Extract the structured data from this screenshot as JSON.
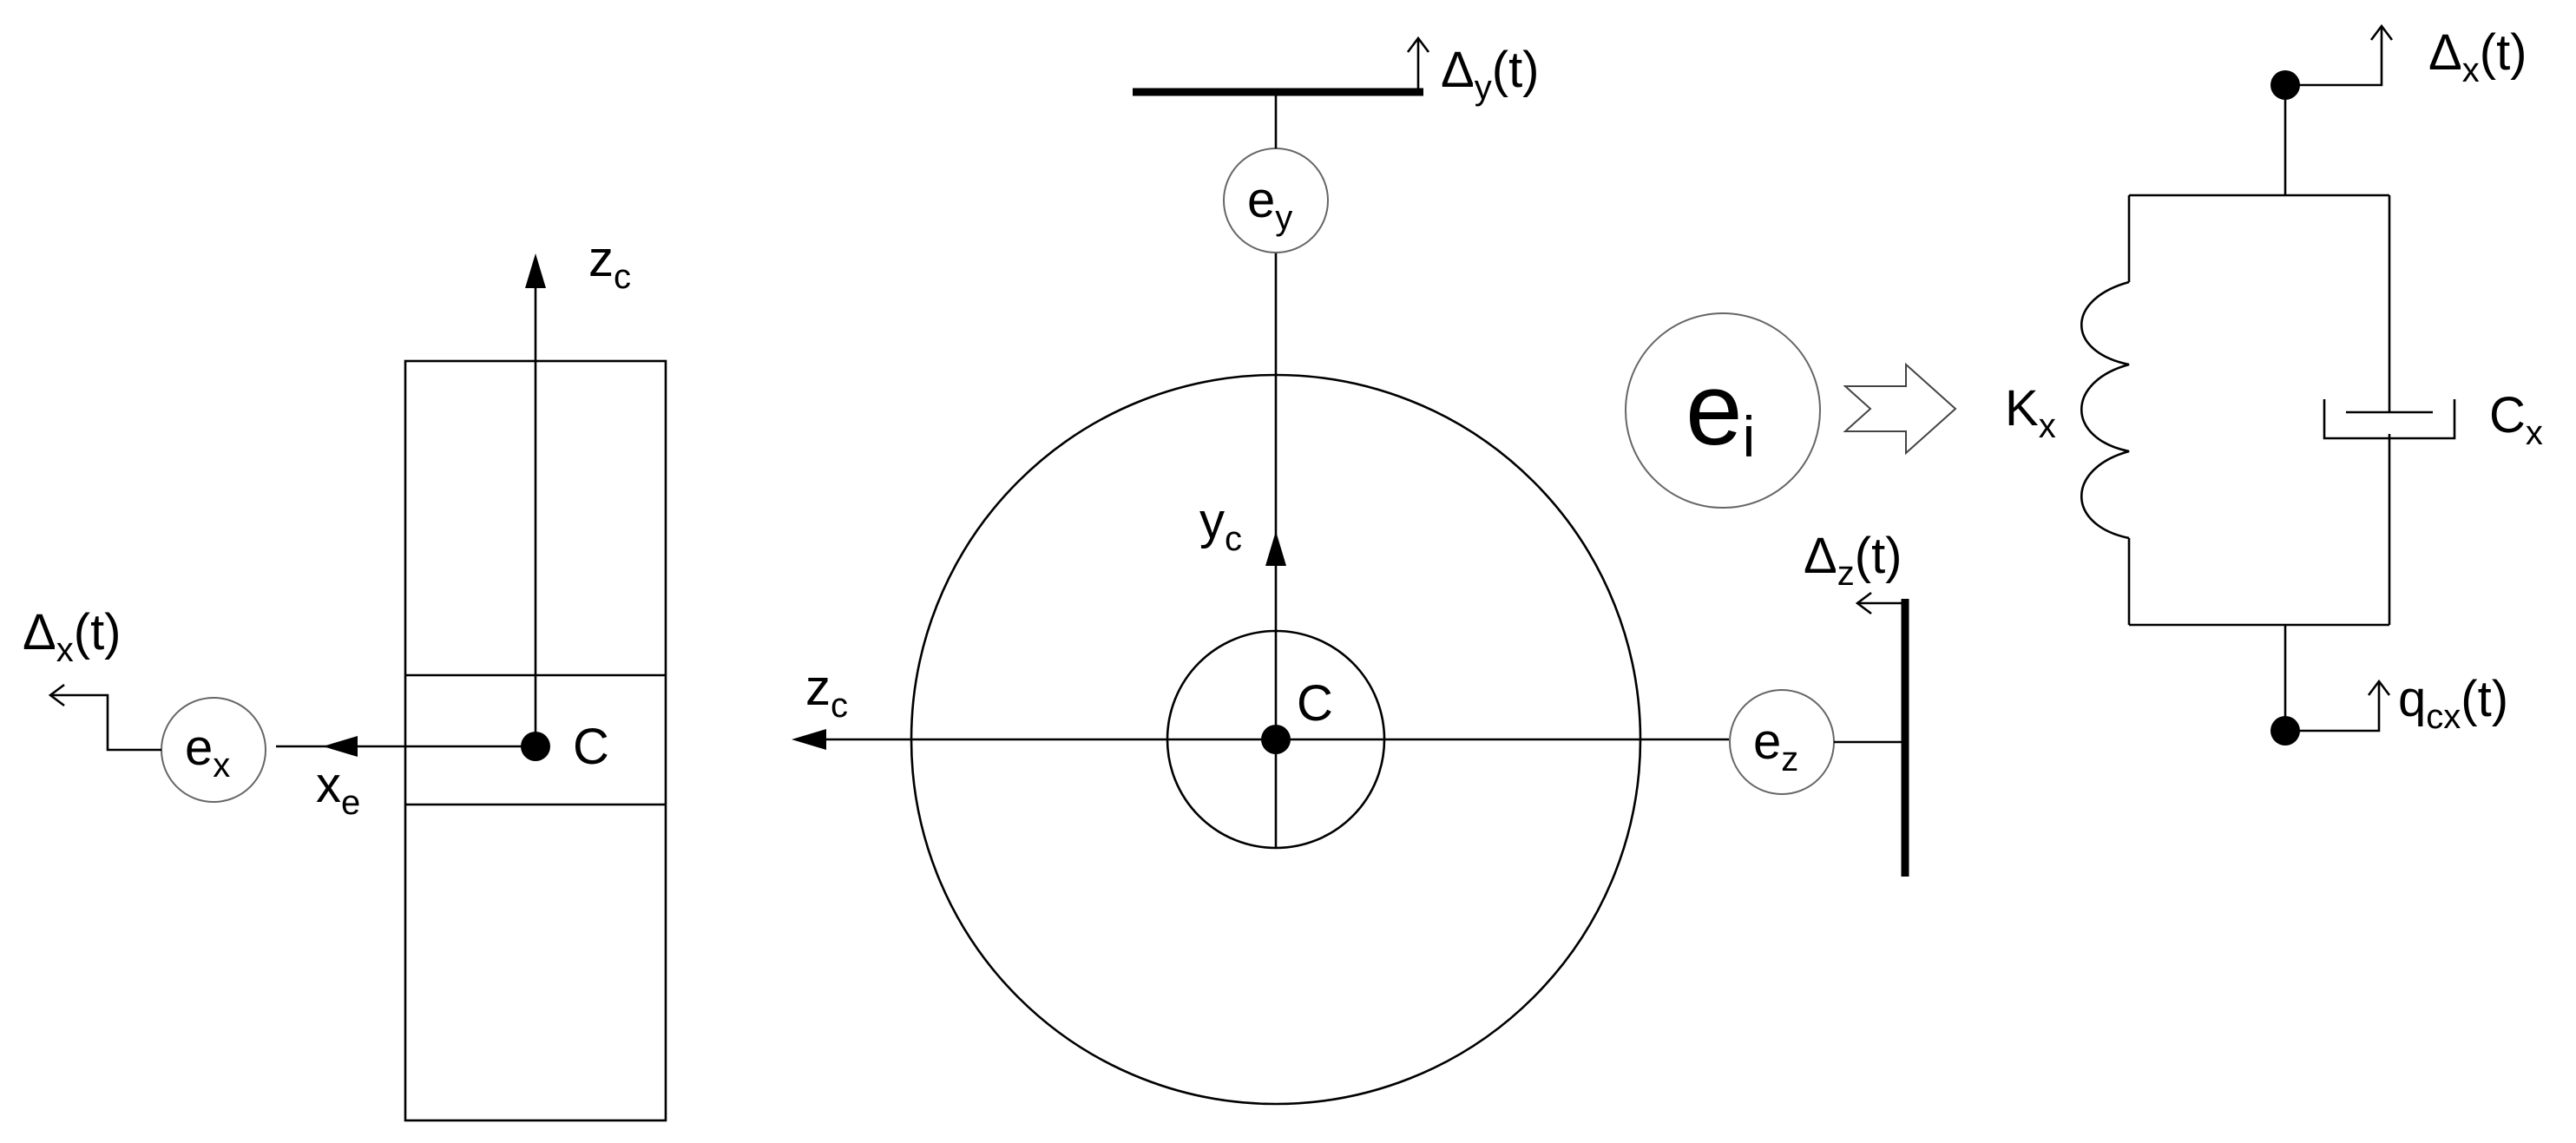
{
  "left_view": {
    "z_axis": {
      "base": "z",
      "sub": "c"
    },
    "x_axis": {
      "base": "x",
      "sub": "e"
    },
    "center": "C",
    "node_ex": {
      "base": "e",
      "sub": "x"
    },
    "delta_x": {
      "base": "Δ",
      "sub": "x",
      "tail": "(t)"
    }
  },
  "center_view": {
    "z_axis": {
      "base": "z",
      "sub": "c"
    },
    "y_axis": {
      "base": "y",
      "sub": "c"
    },
    "center": "C",
    "node_ey": {
      "base": "e",
      "sub": "y"
    },
    "node_ez": {
      "base": "e",
      "sub": "z"
    },
    "delta_y": {
      "base": "Δ",
      "sub": "y",
      "tail": "(t)"
    },
    "delta_z": {
      "base": "Δ",
      "sub": "z",
      "tail": "(t)"
    }
  },
  "right_model": {
    "node_ei": {
      "base": "e",
      "sub": "i"
    },
    "spring": {
      "base": "K",
      "sub": "x"
    },
    "damper": {
      "base": "C",
      "sub": "x"
    },
    "top_disp": {
      "base": "Δ",
      "sub": "x",
      "tail": "(t)"
    },
    "bottom_disp": {
      "base": "q",
      "sub": "cx",
      "tail": "(t)"
    }
  }
}
